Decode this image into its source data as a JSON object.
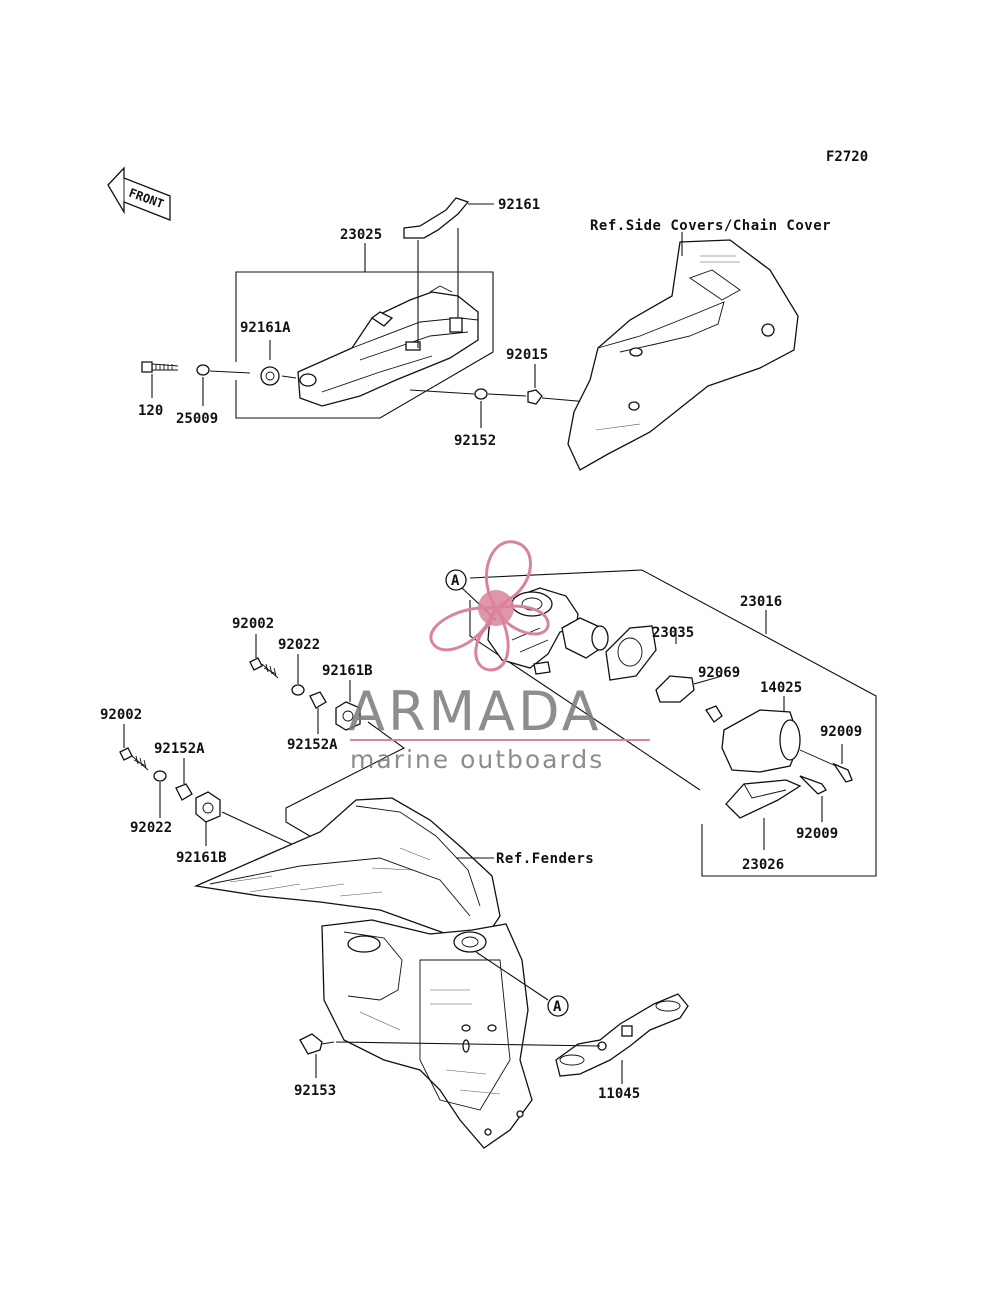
{
  "figure_code": "F2720",
  "front_label": "FRONT",
  "references": {
    "side_covers": "Ref.Side Covers/Chain Cover",
    "fenders": "Ref.Fenders"
  },
  "callout_marker": "A",
  "parts": {
    "p92161_top": "92161",
    "p23025": "23025",
    "p92161A": "92161A",
    "p120": "120",
    "p25009": "25009",
    "p92015": "92015",
    "p92152": "92152",
    "p23016": "23016",
    "p23035": "23035",
    "p92069": "92069",
    "p14025": "14025",
    "p92009_a": "92009",
    "p92009_b": "92009",
    "p23026": "23026",
    "p92002_a": "92002",
    "p92022_a": "92022",
    "p92161B_a": "92161B",
    "p92152A_a": "92152A",
    "p92002_b": "92002",
    "p92152A_b": "92152A",
    "p92022_b": "92022",
    "p92161B_b": "92161B",
    "p92153": "92153",
    "p11045": "11045"
  },
  "watermark": {
    "brand": "ARMADA",
    "tagline": "marine outboards",
    "accent_color": "#d9849a"
  }
}
